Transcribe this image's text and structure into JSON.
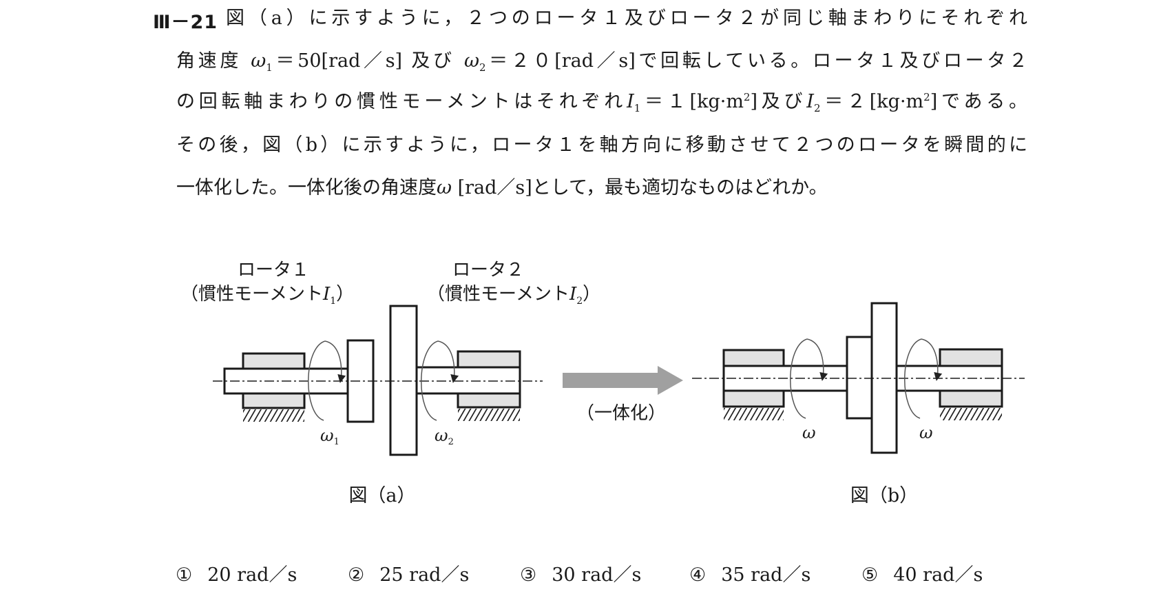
{
  "question": {
    "number": "Ⅲ－21",
    "lines": [
      [
        {
          "t": "図（a）に示すように，２つのロータ１及びロータ２が同じ軸まわりにそれぞれ"
        }
      ],
      [
        {
          "t": "角速度 "
        },
        {
          "t": "ω",
          "i": true
        },
        {
          "t": "1",
          "sub": true
        },
        {
          "t": "＝50[rad／s] 及び "
        },
        {
          "t": "ω",
          "i": true
        },
        {
          "t": "2",
          "sub": true
        },
        {
          "t": "＝２０[rad／s]で回転している。ロータ１及びロータ２"
        }
      ],
      [
        {
          "t": "の回転軸まわりの慣性モーメントはそれぞれ"
        },
        {
          "t": "I",
          "i": true
        },
        {
          "t": "1",
          "sub": true
        },
        {
          "t": "＝１[kg·m"
        },
        {
          "t": "2",
          "sup": true
        },
        {
          "t": "]及び"
        },
        {
          "t": "I",
          "i": true
        },
        {
          "t": "2",
          "sub": true
        },
        {
          "t": "＝２[kg·m"
        },
        {
          "t": "2",
          "sup": true
        },
        {
          "t": "]である。"
        }
      ],
      [
        {
          "t": "その後，図（b）に示すように，ロータ１を軸方向に移動させて２つのロータを瞬間的に"
        }
      ],
      [
        {
          "t": "一体化した。一体化後の角速度"
        },
        {
          "t": "ω",
          "i": true
        },
        {
          "t": " [rad／s]として，最も適切なものはどれか。"
        }
      ]
    ]
  },
  "figure": {
    "rotor1_label": "ロータ１",
    "rotor1_inertia": "（慣性モーメント",
    "rotor1_inertia_symbol": "I",
    "rotor1_inertia_sub": "1",
    "rotor2_label": "ロータ２",
    "rotor2_inertia": "（慣性モーメント",
    "rotor2_inertia_symbol": "I",
    "rotor2_inertia_sub": "2",
    "close_paren": "）",
    "omega": "ω",
    "omega1_sub": "1",
    "omega2_sub": "2",
    "arrow_label": "（一体化）",
    "caption_a": "図（a）",
    "caption_b": "図（b）",
    "arrow_color": "#a0a0a0",
    "bearing_fill": "#e2e2e2"
  },
  "options": [
    {
      "num": "①",
      "text": "20 rad／s"
    },
    {
      "num": "②",
      "text": "25 rad／s"
    },
    {
      "num": "③",
      "text": "30 rad／s"
    },
    {
      "num": "④",
      "text": "35 rad／s"
    },
    {
      "num": "⑤",
      "text": "40 rad／s"
    }
  ]
}
